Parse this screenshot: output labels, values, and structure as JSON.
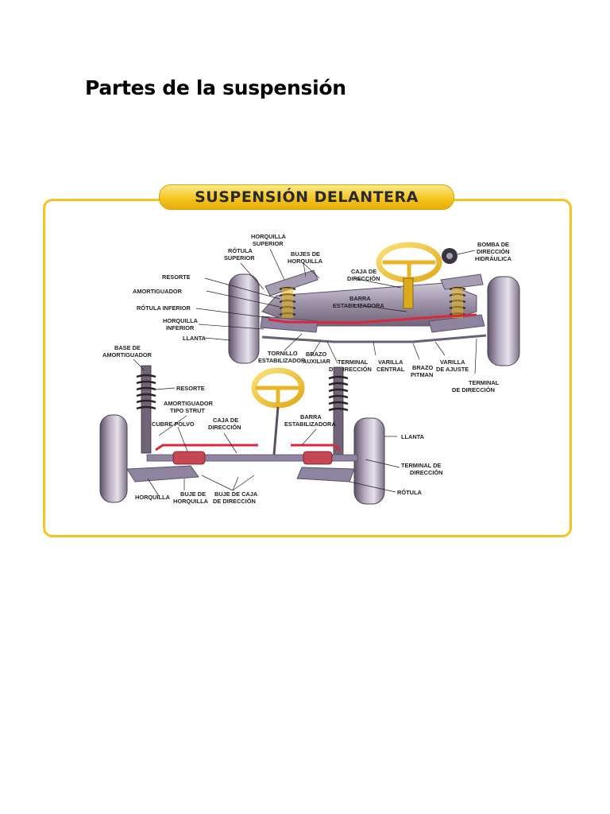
{
  "page": {
    "title": "Partes de la suspensión"
  },
  "figure": {
    "banner": "SUSPENSIÓN DELANTERA",
    "top_labels": {
      "horquilla_superior": [
        "HORQUILLA",
        "SUPERIOR"
      ],
      "rotula_superior": [
        "RÓTULA",
        "SUPERIOR"
      ],
      "bujes_horquilla": [
        "BUJES DE",
        "HORQUILLA"
      ],
      "caja_direccion": [
        "CAJA DE",
        "DIRECCIÓN"
      ],
      "bomba_direccion": [
        "BOMBA DE",
        "DIRECCIÓN",
        "HIDRÁULICA"
      ],
      "resorte": [
        "RESORTE"
      ],
      "amortiguador": [
        "AMORTIGUADOR"
      ],
      "barra_estabilizadora": [
        "BARRA",
        "ESTABILIZADORA"
      ],
      "rotula_inferior": [
        "RÓTULA INFERIOR"
      ],
      "horquilla_inferior": [
        "HORQUILLA",
        "INFERIOR"
      ],
      "llanta": [
        "LLANTA"
      ],
      "tornillo_estabilizador": [
        "TORNILLO",
        "ESTABILIZADOR"
      ],
      "brazo_auxiliar": [
        "BRAZO",
        "AUXILIAR"
      ],
      "terminal_direccion": [
        "TERMINAL",
        "DE DIRECCIÓN"
      ],
      "varilla_central": [
        "VARILLA",
        "CENTRAL"
      ],
      "brazo_pitman": [
        "BRAZO",
        "PITMAN"
      ],
      "varilla_ajuste": [
        "VARILLA",
        "DE AJUSTE"
      ],
      "terminal_direccion_right": [
        "TERMINAL",
        "DE DIRECCIÓN"
      ]
    },
    "bottom_labels": {
      "base_amortiguador": [
        "BASE DE",
        "AMORTIGUADOR"
      ],
      "resorte": [
        "RESORTE"
      ],
      "amortiguador_strut": [
        "AMORTIGUADOR",
        "TIPO STRUT"
      ],
      "cubre_polvo": [
        "CUBRE POLVO"
      ],
      "caja_direccion": [
        "CAJA DE",
        "DIRECCIÓN"
      ],
      "barra_estabilizadora": [
        "BARRA",
        "ESTABILIZADORA"
      ],
      "llanta": [
        "LLANTA"
      ],
      "terminal_direccion": [
        "TERMINAL DE",
        "DIRECCIÓN"
      ],
      "rotula": [
        "RÓTULA"
      ],
      "horquilla": [
        "HORQUILLA"
      ],
      "buje_horquilla": [
        "BUJE DE",
        "HORQUILLA"
      ],
      "buje_caja": [
        "BUJE DE CAJA",
        "DE DIRECCIÓN"
      ]
    }
  }
}
